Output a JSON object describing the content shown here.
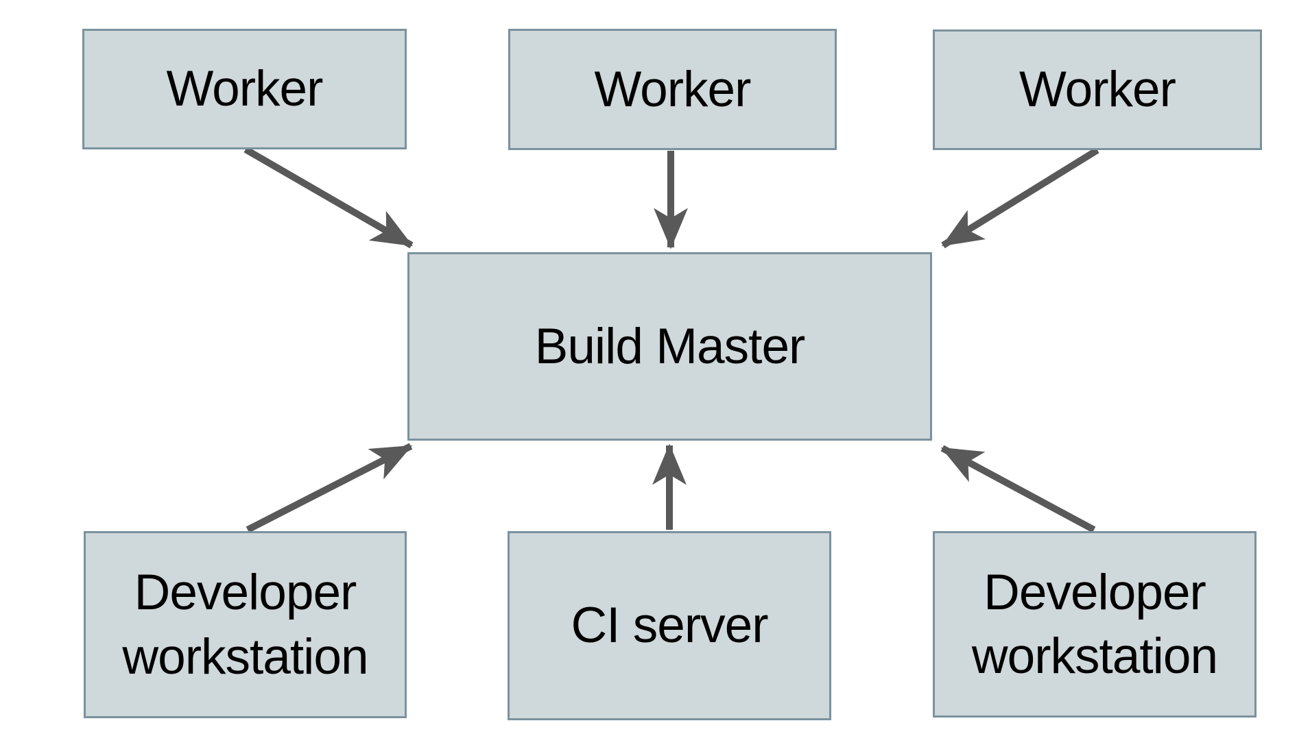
{
  "diagram": {
    "type": "architecture-diagram",
    "nodes": {
      "worker1": {
        "label": "Worker"
      },
      "worker2": {
        "label": "Worker"
      },
      "worker3": {
        "label": "Worker"
      },
      "build_master": {
        "label": "Build Master"
      },
      "dev_workstation_left": {
        "label": "Developer workstation"
      },
      "ci_server": {
        "label": "CI server"
      },
      "dev_workstation_right": {
        "label": "Developer workstation"
      }
    },
    "edges": [
      {
        "from": "worker1",
        "to": "build_master"
      },
      {
        "from": "worker2",
        "to": "build_master"
      },
      {
        "from": "worker3",
        "to": "build_master"
      },
      {
        "from": "dev_workstation_left",
        "to": "build_master"
      },
      {
        "from": "ci_server",
        "to": "build_master"
      },
      {
        "from": "dev_workstation_right",
        "to": "build_master"
      }
    ],
    "colors": {
      "background": "#ffffff",
      "node_fill": "#cfd8da",
      "node_border": "#7b929e",
      "arrow": "#595959",
      "text": "#000000"
    }
  }
}
